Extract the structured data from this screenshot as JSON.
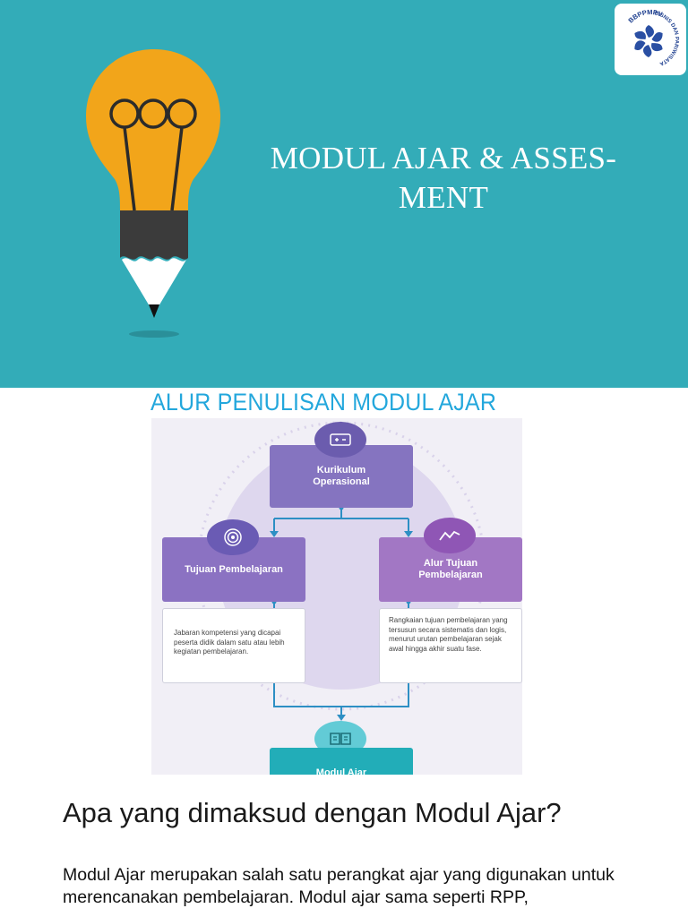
{
  "banner": {
    "background": "#33acb8",
    "title": "MODUL AJAR & ASSES-MENT",
    "title_line1": "MODUL AJAR & ASSES-",
    "title_line2": "MENT",
    "illustration_icon": "lightbulb-pencil-icon",
    "logo": {
      "text": "BBPPMPV BISNIS DAN PARIWISATA",
      "icon": "bbppmpv-logo-icon"
    }
  },
  "infographic": {
    "title": "ALUR PENULISAN MODUL AJAR",
    "title_color": "#23a7dc",
    "nodes": {
      "top": {
        "label": "Kurikulum Operasional",
        "icon": "settings-panel-icon"
      },
      "left": {
        "label": "Tujuan Pembelajaran",
        "icon": "target-icon"
      },
      "right": {
        "label": "Alur Tujuan Pembelajaran",
        "icon": "trend-line-icon"
      },
      "bottom": {
        "label": "Modul Ajar",
        "icon": "open-book-icon"
      }
    },
    "descriptions": {
      "left": "Jabaran kompetensi yang dicapai peserta didik dalam satu atau lebih kegiatan pembelajaran.",
      "right": "Rangkaian tujuan pembelajaran yang tersusun secara sistematis dan logis, menurut urutan pembelajaran sejak awal hingga akhir suatu fase."
    }
  },
  "content": {
    "question": "Apa yang dimaksud dengan Modul Ajar?",
    "answer": "Modul Ajar merupakan salah satu perangkat ajar yang digunakan untuk merencanakan pembelajaran. Modul ajar sama seperti RPP,"
  }
}
